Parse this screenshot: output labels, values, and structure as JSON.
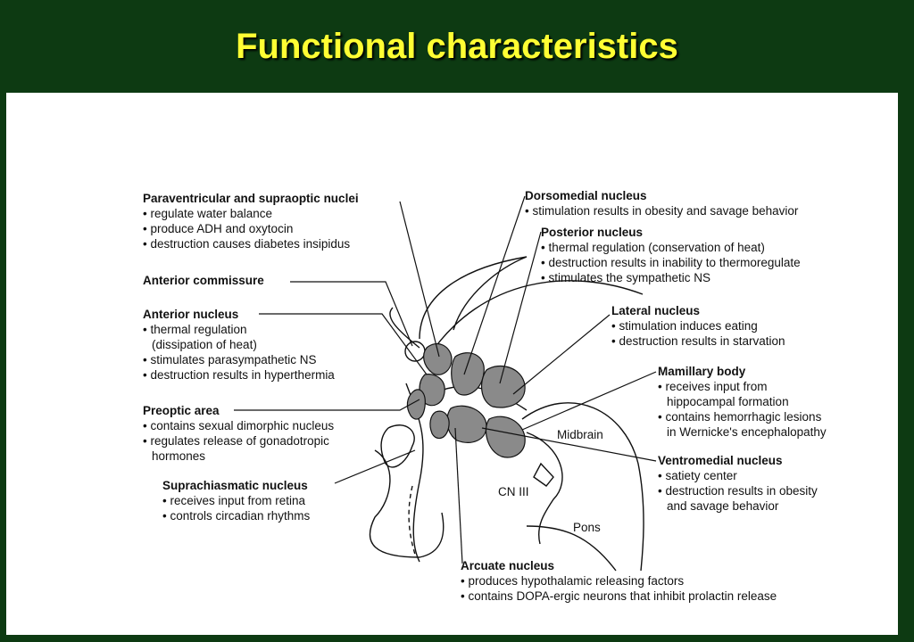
{
  "slide": {
    "title": "Functional characteristics"
  },
  "labels": {
    "paraventricular": {
      "heading": "Paraventricular and supraoptic nuclei",
      "lines": [
        "• regulate water balance",
        "• produce ADH and oxytocin",
        "• destruction causes diabetes insipidus"
      ]
    },
    "anterior_commissure": {
      "heading": "Anterior commissure"
    },
    "anterior_nucleus": {
      "heading": "Anterior nucleus",
      "lines": [
        "• thermal regulation",
        "(dissipation of heat)",
        "• stimulates parasympathetic NS",
        "• destruction results in hyperthermia"
      ]
    },
    "preoptic": {
      "heading": "Preoptic area",
      "lines": [
        "• contains sexual dimorphic nucleus",
        "• regulates release of gonadotropic",
        "hormones"
      ]
    },
    "suprachiasmatic": {
      "heading": "Suprachiasmatic nucleus",
      "lines": [
        "• receives input from retina",
        "• controls circadian rhythms"
      ]
    },
    "dorsomedial": {
      "heading": "Dorsomedial nucleus",
      "lines": [
        "• stimulation results in obesity and savage behavior"
      ]
    },
    "posterior": {
      "heading": "Posterior nucleus",
      "lines": [
        "• thermal regulation (conservation of heat)",
        "• destruction results in inability to thermoregulate",
        "• stimulates the sympathetic NS"
      ]
    },
    "lateral": {
      "heading": "Lateral nucleus",
      "lines": [
        "• stimulation induces eating",
        "• destruction results in starvation"
      ]
    },
    "mamillary": {
      "heading": "Mamillary body",
      "lines": [
        "• receives input from",
        "hippocampal formation",
        "• contains hemorrhagic lesions",
        "in Wernicke's encephalopathy"
      ]
    },
    "ventromedial": {
      "heading": "Ventromedial nucleus",
      "lines": [
        "• satiety center",
        "• destruction results in obesity",
        "and savage behavior"
      ]
    },
    "arcuate": {
      "heading": "Arcuate nucleus",
      "lines": [
        "• produces hypothalamic releasing factors",
        "• contains DOPA-ergic neurons that inhibit prolactin release"
      ]
    },
    "midbrain": "Midbrain",
    "cn3": "CN III",
    "pons": "Pons"
  },
  "colors": {
    "background": "#0d3a12",
    "title": "#ffff33",
    "nucleus_fill": "#8a8a8a"
  }
}
